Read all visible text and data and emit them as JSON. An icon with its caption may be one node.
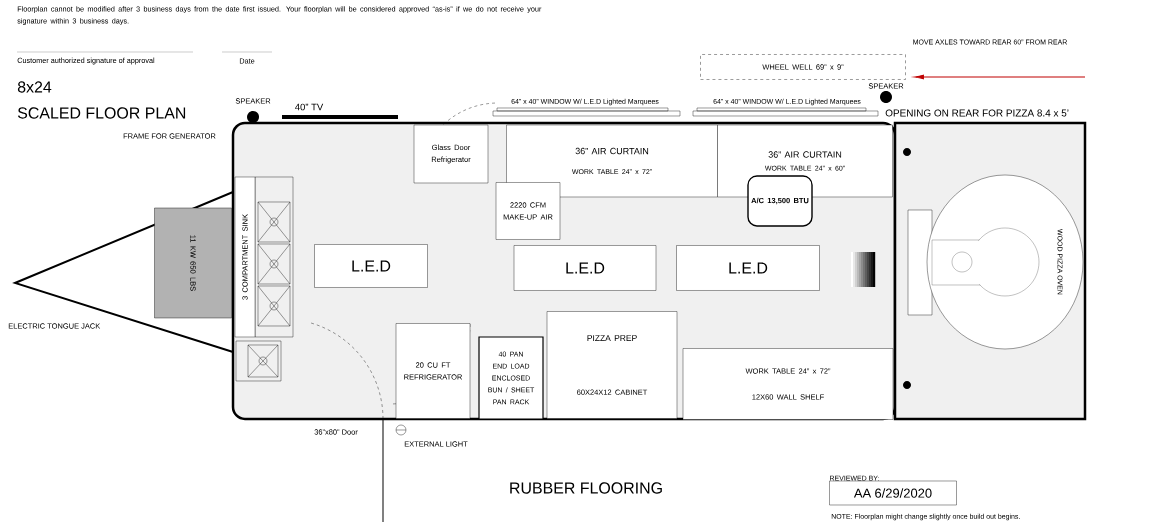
{
  "diagram": {
    "nodes": [
      {
        "text": [
          "Glass Door Refrigerator"
        ]
      },
      {
        "text": [
          "36” AIR CURTAIN",
          "WORK TABLE 24” x 72”"
        ]
      },
      {
        "text": [
          "36” AIR CURTAIN",
          "WORK TABLE 24” x 60”"
        ]
      },
      {
        "text": [
          "2220 CFM MAKE-UP AIR"
        ]
      },
      {
        "text": [
          "A/C 13,500 BTU"
        ]
      },
      {
        "text": [
          "L.E.D"
        ]
      },
      {
        "text": [
          "L.E.D"
        ]
      },
      {
        "text": [
          "L.E.D"
        ]
      },
      {
        "text": [
          "11 KW 650 LBS"
        ]
      },
      {
        "text": [
          "3 COMPARTMENT SINK"
        ]
      },
      {
        "text": [
          "20 CU FT REFRIGERATOR"
        ]
      },
      {
        "text": [
          "40 PAN END LOAD ENCLOSED BUN / SHEET PAN RACK"
        ]
      },
      {
        "text": [
          "PIZZA PREP",
          "60X24X12 CABINET"
        ]
      },
      {
        "text": [
          "WORK TABLE 24” x 72”",
          "12X60 WALL SHELF"
        ]
      },
      {
        "text": [
          "WOOD PIZZA OVEN"
        ]
      },
      {
        "text": [
          "WHEEL WELL 69” x 9”"
        ]
      },
      {
        "text": [
          "AA 6/29/2020"
        ],
        "beside": [
          "REVIEWED BY:"
        ]
      }
    ],
    "labels": [
      "Floorplan cannot be modified after 3 business days from the date first issued. Your floorplan will be considered approved “as-is” if we do not receive your signature within 3 business days.",
      "Customer authorized signature of approval",
      "Date",
      "8x24",
      "SCALED FLOOR PLAN",
      "MOVE AXLES TOWARD REAR 60” FROM REAR",
      "SPEAKER",
      "SPEAKER",
      "64” x 40” WINDOW W/ L.E.D Lighted Marquees",
      "64” x 40” WINDOW W/ L.E.D Lighted Marquees",
      "40” TV",
      "OPENING ON REAR FOR PIZZA 8.4 x 5’",
      "FRAME FOR GENERATOR",
      "ELECTRIC TONGUE JACK",
      "36”x80” Door",
      "EXTERNAL LIGHT",
      "RUBBER FLOORING",
      "NOTE: Floorplan might change slightly once build out begins."
    ]
  }
}
